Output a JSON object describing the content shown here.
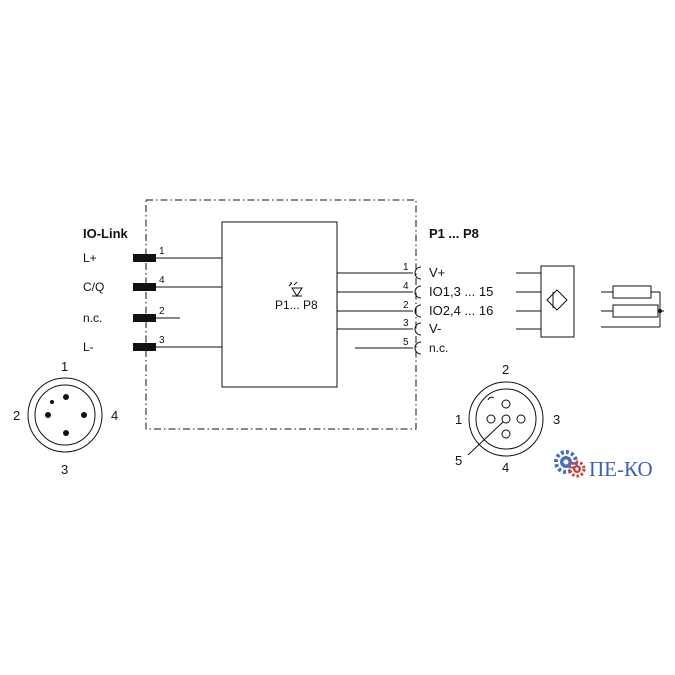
{
  "left_port": {
    "title": "IO-Link",
    "signals": [
      {
        "label": "L+",
        "pin": "1"
      },
      {
        "label": "C/Q",
        "pin": "4"
      },
      {
        "label": "n.c.",
        "pin": "2"
      },
      {
        "label": "L-",
        "pin": "3"
      }
    ]
  },
  "module": {
    "label": "P1... P8"
  },
  "right_port": {
    "title": "P1 ... P8",
    "signals": [
      {
        "pin": "1",
        "label": "V+"
      },
      {
        "pin": "4",
        "label": "IO1,3 ... 15"
      },
      {
        "pin": "2",
        "label": "IO2,4 ... 16"
      },
      {
        "pin": "3",
        "label": "V-"
      },
      {
        "pin": "5",
        "label": "n.c."
      }
    ]
  },
  "connector_left": {
    "pins": {
      "top": "1",
      "left": "2",
      "right": "4",
      "bottom": "3"
    }
  },
  "connector_right": {
    "pins": {
      "top": "2",
      "left": "1",
      "right": "3",
      "bottom": "4",
      "center": "5"
    }
  },
  "logo": {
    "text": "ПЕ-КО",
    "colors": {
      "text": "#3f5fb0",
      "gear_blue": "#4a6fc0",
      "gear_red": "#d04040"
    }
  }
}
